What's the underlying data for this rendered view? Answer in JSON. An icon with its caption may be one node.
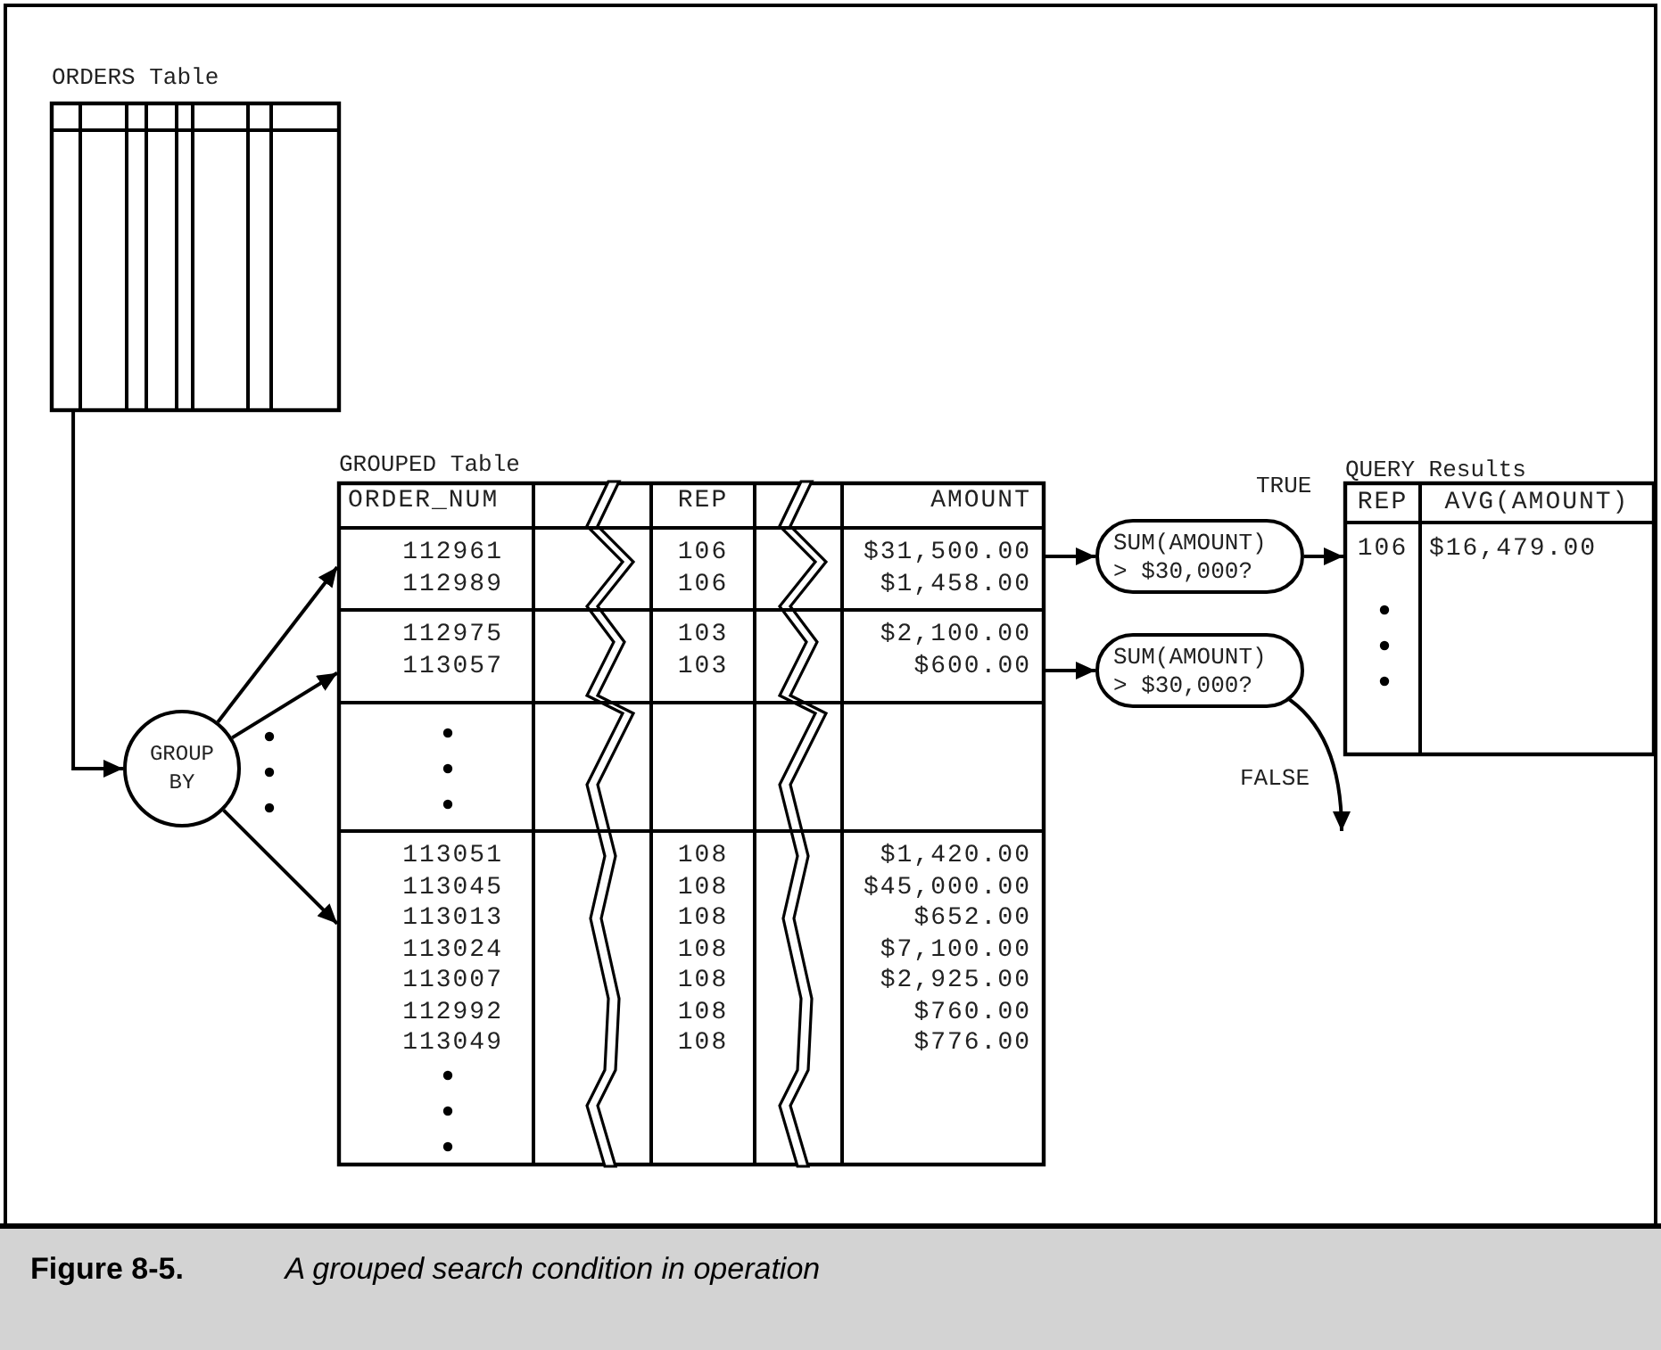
{
  "diagram": {
    "caption": "**Figure 8-5.** *A grouped search condition in operation*",
    "nodes": [
      {
        "text": [
          "ORDERS Table"
        ]
      },
      {
        "text": [
          "GROUP BY"
        ]
      },
      {
        "text": [
          "GROUPED Table"
        ]
      },
      {
        "text": [
          "112961 112989",
          "106 106",
          "$31,500.00 $1,458.00"
        ],
        "in": 2
      },
      {
        "text": [
          "112975 113057",
          "103 103",
          "$2,100.00 $600.00"
        ],
        "in": 2
      },
      {
        "text": [],
        "shape": "box",
        "in": 2
      },
      {
        "text": [
          "113051 113045 113013 113024 113007 112992 113049",
          "108 108 108 108 108 108 108",
          "$1,420.00 $45,000.00 $652.00 $7,100.00 $2,925.00 $760.00 $776.00"
        ],
        "in": 2
      },
      {
        "text": [
          "SUM(AMOUNT) > $30,000?"
        ]
      },
      {
        "text": [
          "SUM(AMOUNT) > $30,000?"
        ]
      },
      {
        "text": [
          "QUERY Results"
        ]
      }
    ],
    "edges": [
      {
        "from": 0,
        "to": 1,
        "arrow": "to"
      },
      {
        "from": 1,
        "to": 3,
        "arrow": "to"
      },
      {
        "from": 1,
        "to": 4,
        "arrow": "to"
      },
      {
        "from": 1,
        "to": 6,
        "arrow": "to"
      },
      {
        "from": 3,
        "to": 7,
        "arrow": "to"
      },
      {
        "from": 4,
        "to": 8,
        "arrow": "to"
      },
      {
        "from": 7,
        "to": 9,
        "arrow": "to",
        "label": "TRUE"
      },
      {
        "from": 8,
        "to": null,
        "arrow": "to",
        "label": "FALSE"
      }
    ],
    "labels": [
      "ORDER_NUM",
      "REP",
      "AMOUNT",
      "REP",
      "AVG(AMOUNT)",
      "106",
      "$16,479.00"
    ]
  }
}
